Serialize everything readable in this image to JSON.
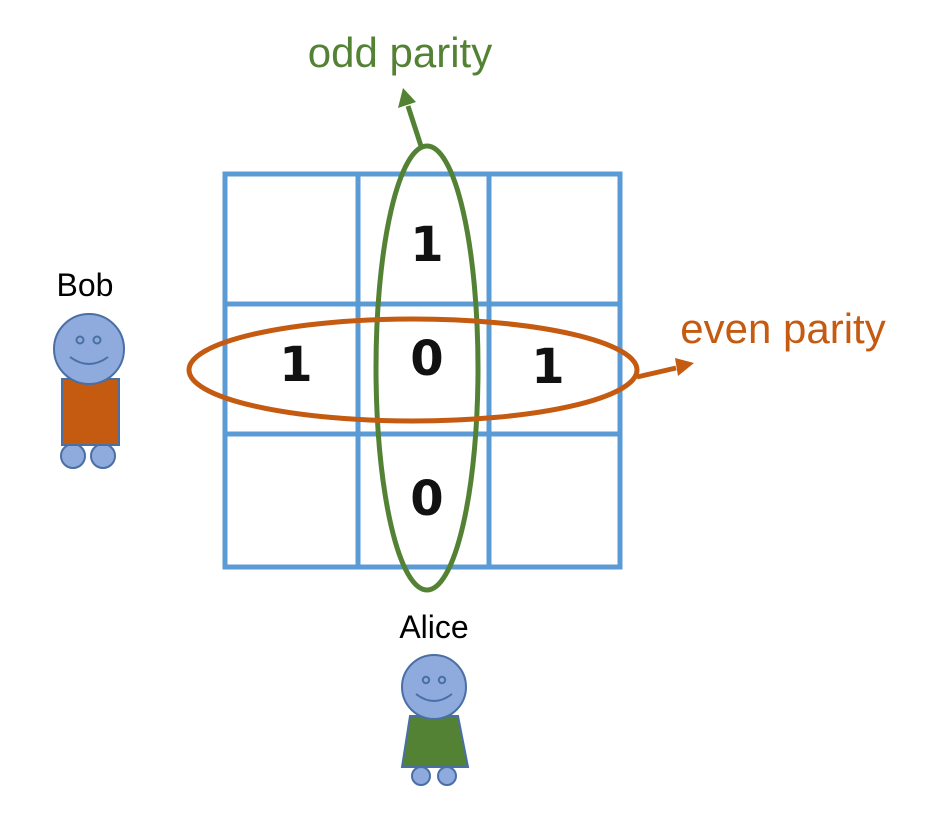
{
  "labels": {
    "odd_parity": "odd parity",
    "even_parity": "even parity",
    "bob": "Bob",
    "alice": "Alice"
  },
  "grid": {
    "rows": [
      [
        "",
        "1",
        ""
      ],
      [
        "1",
        "0",
        "1"
      ],
      [
        "",
        "0",
        ""
      ]
    ]
  },
  "colors": {
    "grid_line": "#5b9bd5",
    "odd_parity": "#548235",
    "even_parity": "#c55a11",
    "figure_head": "#8faadc",
    "figure_outline": "#4a6fa5",
    "bob_body": "#c55a11",
    "alice_body": "#548235"
  },
  "icons": {
    "bob": "person-icon",
    "alice": "person-icon"
  }
}
